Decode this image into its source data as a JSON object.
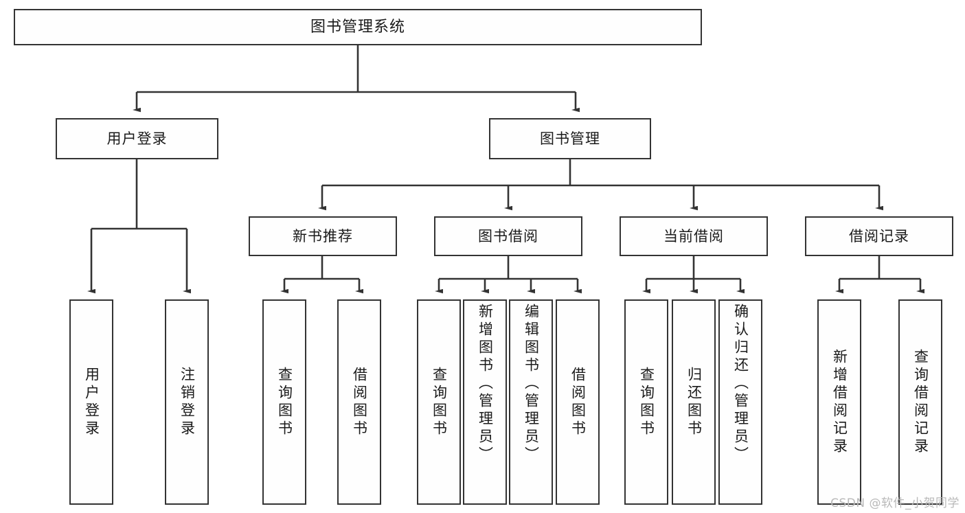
{
  "diagram": {
    "title": "图书管理系统",
    "type": "tree-hierarchy",
    "colors": {
      "background": "#ffffff",
      "node_fill": "#fefefe",
      "node_border": "#333333",
      "connector": "#333333",
      "text": "#1a1a1a",
      "watermark": "#b9b9b9"
    },
    "root": {
      "label": "图书管理系统"
    },
    "level1": [
      {
        "label": "用户登录"
      },
      {
        "label": "图书管理"
      }
    ],
    "level2": [
      {
        "label": "新书推荐"
      },
      {
        "label": "图书借阅"
      },
      {
        "label": "当前借阅"
      },
      {
        "label": "借阅记录"
      }
    ],
    "leaves": {
      "user_login": [
        {
          "label": "用户登录"
        },
        {
          "label": "注销登录"
        }
      ],
      "new_book_recommend": [
        {
          "label": "查询图书"
        },
        {
          "label": "借阅图书"
        }
      ],
      "book_borrow": [
        {
          "label": "查询图书"
        },
        {
          "label": "新增图书（管理员）"
        },
        {
          "label": "编辑图书（管理员）"
        },
        {
          "label": "借阅图书"
        }
      ],
      "current_borrow": [
        {
          "label": "查询图书"
        },
        {
          "label": "归还图书"
        },
        {
          "label": "确认归还（管理员）"
        }
      ],
      "borrow_record": [
        {
          "label": "新增借阅记录"
        },
        {
          "label": "查询借阅记录"
        }
      ]
    },
    "watermark": "CSDN @软件_小贺同学"
  }
}
